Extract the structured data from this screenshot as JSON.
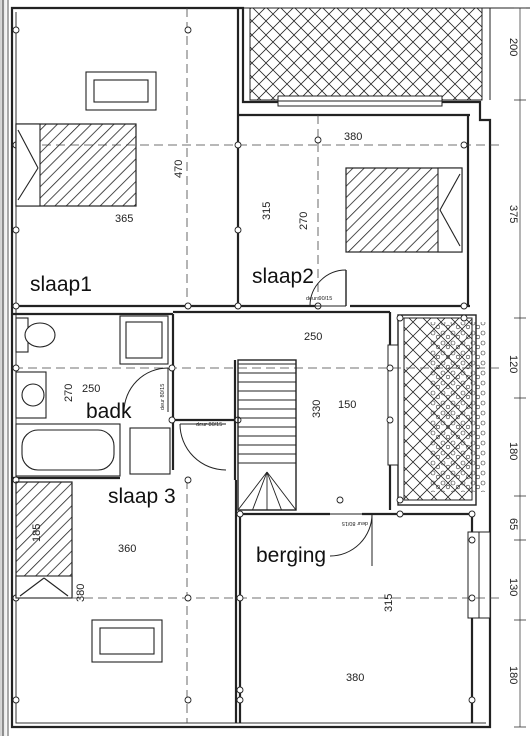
{
  "rooms": {
    "slaap1": "slaap1",
    "slaap2": "slaap2",
    "badk": "badk",
    "slaap3": "slaap 3",
    "berging": "berging"
  },
  "dimensions": {
    "d380_top": "380",
    "d470": "470",
    "d365": "365",
    "d315_left": "315",
    "d270_slaap2": "270",
    "d250_hall": "250",
    "d270_badk": "270",
    "d250_badk": "250",
    "d330": "330",
    "d150": "150",
    "d185": "185",
    "d360": "360",
    "d380_slaap3": "380",
    "d315_berging": "315",
    "d380_bottom": "380"
  },
  "right_dimensions": [
    "200",
    "375",
    "120",
    "180",
    "65",
    "130",
    "180"
  ],
  "door_tags": {
    "slaap2": "deur 90/15",
    "badk": "deur 80/15",
    "hall": "deur 80/15",
    "berging": "deur 80/15"
  }
}
